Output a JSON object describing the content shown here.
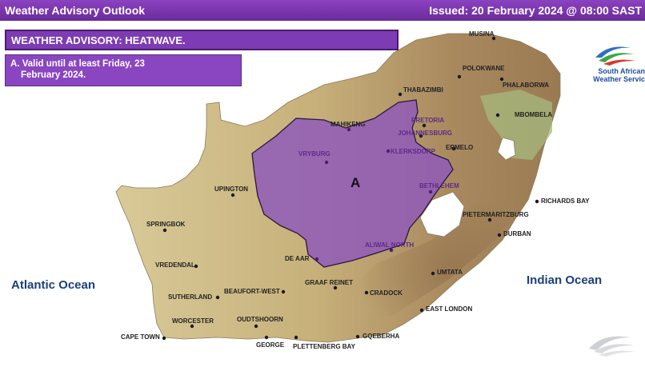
{
  "header": {
    "title": "Weather Advisory Outlook",
    "issued": "Issued: 20 February 2024  @ 08:00 SAST"
  },
  "advisory": {
    "headline": "WEATHER ADVISORY: HEATWAVE.",
    "validity_line1": "A. Valid until at least Friday, 23",
    "validity_line2": "February 2024."
  },
  "logo": {
    "line1": "South African",
    "line2": "Weather Servic"
  },
  "oceans": {
    "atlantic": "Atlantic Ocean",
    "indian": "Indian Ocean"
  },
  "zone": {
    "label": "A",
    "color": "#8f5bb8"
  },
  "cities": {
    "musina": "MUSINA",
    "polokwane": "POLOKWANE",
    "phalaborwa": "PHALABORWA",
    "thabazimbi": "THABAZIMBI",
    "mbombela": "MBOMBELA",
    "mahikeng": "MAHIKENG",
    "pretoria": "PRETORIA",
    "johannesburg": "JOHANNESBURG",
    "ermelo": "ERMELO",
    "vryburg": "VRYBURG",
    "klerksdorp": "KLERKSDORP",
    "bethlehem": "BETHLEHEM",
    "upington": "UPINGTON",
    "richards_bay": "RICHARDS BAY",
    "springbok": "SPRINGBOK",
    "pietermaritzburg": "PIETERMARITZBURG",
    "durban": "DURBAN",
    "aliwal_north": "ALIWAL NORTH",
    "de_aar": "DE AAR",
    "vredendal": "VREDENDAL",
    "umtata": "UMTATA",
    "graaf_reinet": "GRAAF REINET",
    "cradock": "CRADOCK",
    "beaufort_west": "BEAUFORT-WEST",
    "sutherland": "SUTHERLAND",
    "east_london": "EAST LONDON",
    "oudtshoorn": "OUDTSHOORN",
    "worcester": "WORCESTER",
    "cape_town": "CAPE TOWN",
    "george": "GEORGE",
    "plettenberg_bay": "PLETTENBERG BAY",
    "gqeberha": "GQEBERHA"
  },
  "colors": {
    "header": "#7a38ad",
    "land_low": "#c9b985",
    "land_high": "#8a6f4e",
    "lowveld_green": "#9fb37a",
    "zone_fill": "#8f5bb8",
    "ocean_text": "#1c3f7a"
  }
}
